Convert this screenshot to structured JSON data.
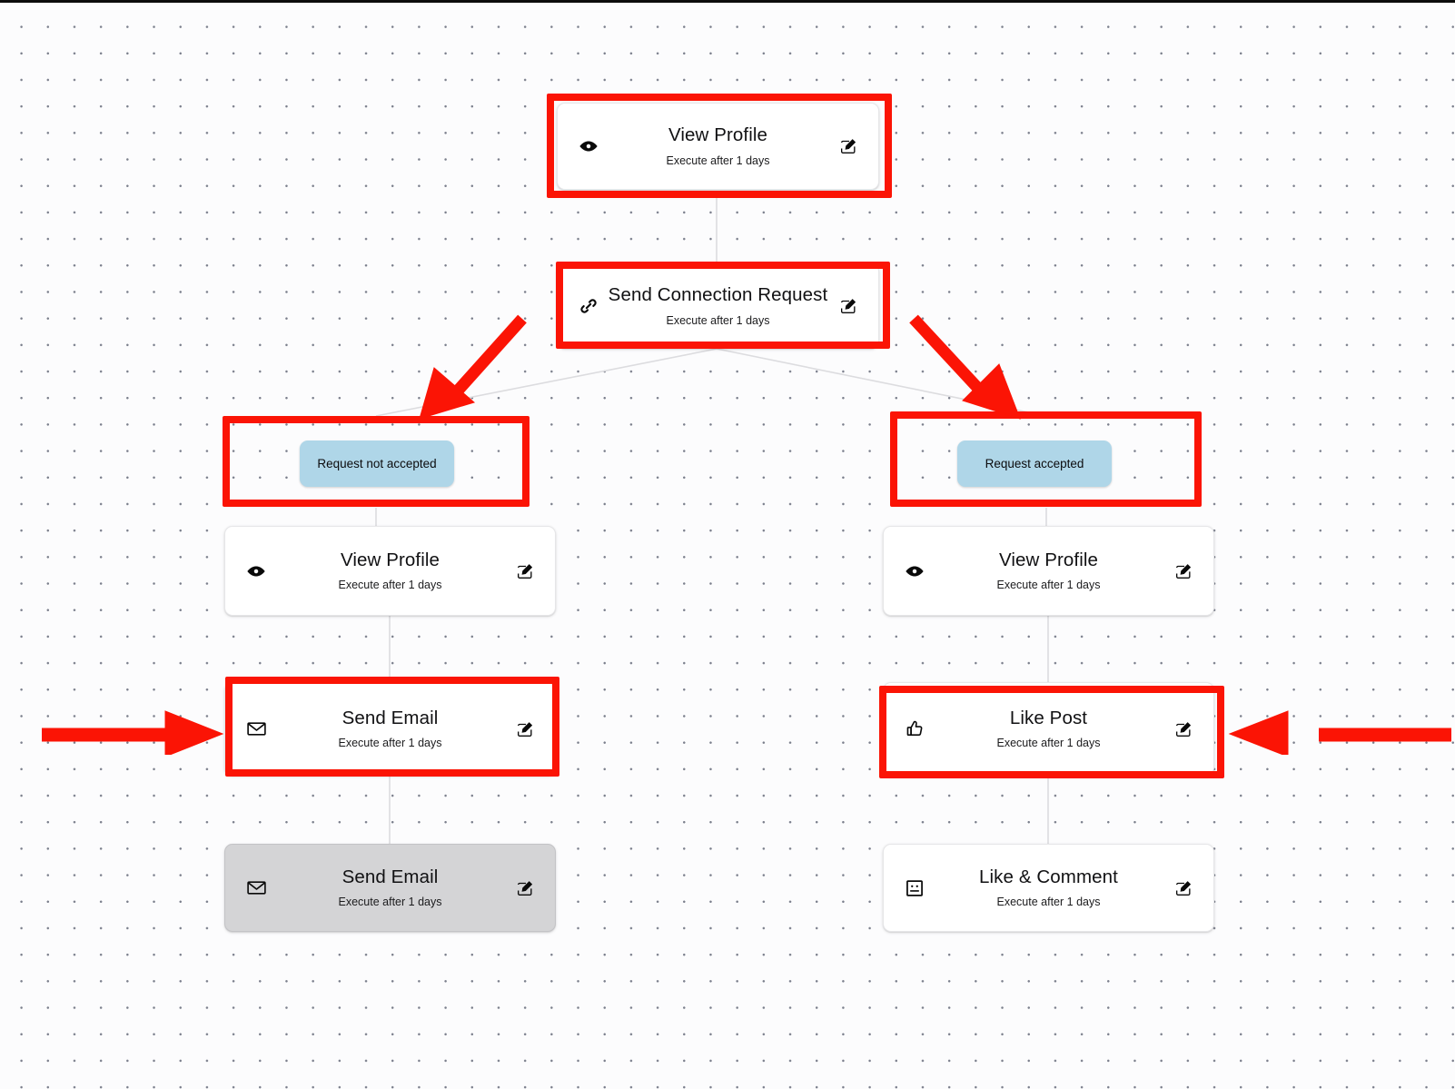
{
  "app": {
    "title": "Workflow Sequence Builder Canvas",
    "canvas_background": "#fcfcfd",
    "annotation_color": "#fb1405",
    "branch_label_color": "#afd6e8",
    "selected_node_color": "#d4d4d6"
  },
  "nodes": [
    {
      "id": "view-profile-root",
      "title": "View Profile",
      "subtitle": "Execute after 1 days",
      "icon": "eye-icon",
      "state": "default",
      "highlighted": true
    },
    {
      "id": "send-connection-request",
      "title": "Send Connection Request",
      "subtitle": "Execute after 1 days",
      "icon": "link-chain-icon",
      "state": "default",
      "highlighted": true
    },
    {
      "id": "view-profile-left",
      "title": "View Profile",
      "subtitle": "Execute after 1 days",
      "icon": "eye-icon",
      "state": "default",
      "highlighted": false
    },
    {
      "id": "send-email-left",
      "title": "Send Email",
      "subtitle": "Execute after 1 days",
      "icon": "envelope-icon",
      "state": "default",
      "highlighted": true
    },
    {
      "id": "send-email-left-bottom",
      "title": "Send Email",
      "subtitle": "Execute after 1 days",
      "icon": "envelope-icon",
      "state": "selected",
      "highlighted": false
    },
    {
      "id": "view-profile-right",
      "title": "View Profile",
      "subtitle": "Execute after 1 days",
      "icon": "eye-icon",
      "state": "default",
      "highlighted": false
    },
    {
      "id": "like-post-right",
      "title": "Like Post",
      "subtitle": "Execute after 1 days",
      "icon": "thumbs-up-icon",
      "state": "default",
      "highlighted": true
    },
    {
      "id": "like-and-comment-right",
      "title": "Like & Comment",
      "subtitle": "Execute after 1 days",
      "icon": "smiley-comment-icon",
      "state": "default",
      "highlighted": false
    }
  ],
  "branch_labels": [
    {
      "id": "request-not-accepted",
      "text": "Request not accepted",
      "highlighted": true
    },
    {
      "id": "request-accepted",
      "text": "Request accepted",
      "highlighted": true
    }
  ],
  "edit_action_label": "edit-icon"
}
